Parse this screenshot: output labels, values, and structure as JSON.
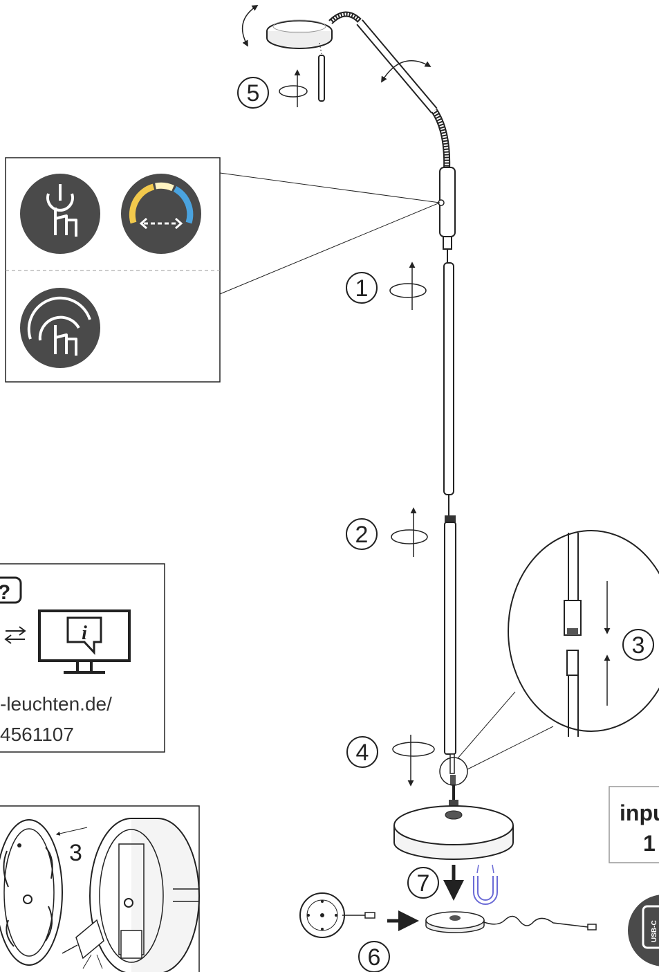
{
  "steps": {
    "s1": "1",
    "s2": "2",
    "s3": "3",
    "s4": "4",
    "s5": "5",
    "s6": "6",
    "s7": "7",
    "base_step": "3"
  },
  "info_box": {
    "url": "-leuchten.de/",
    "code": "4561107"
  },
  "input_box": {
    "label": "inpu",
    "value": "1"
  },
  "usb_badge": {
    "label": "USB-C"
  },
  "icons": [
    "touch-power-icon",
    "color-temperature-icon",
    "dimming-touch-icon",
    "magnet-icon",
    "question-bubble-icon",
    "info-monitor-icon",
    "usb-c-icon"
  ],
  "colors": {
    "icon_bg": "#4a4a4a",
    "warm": "#f2c94c",
    "cool": "#4aa3df",
    "magnet": "#6b6bd6"
  }
}
